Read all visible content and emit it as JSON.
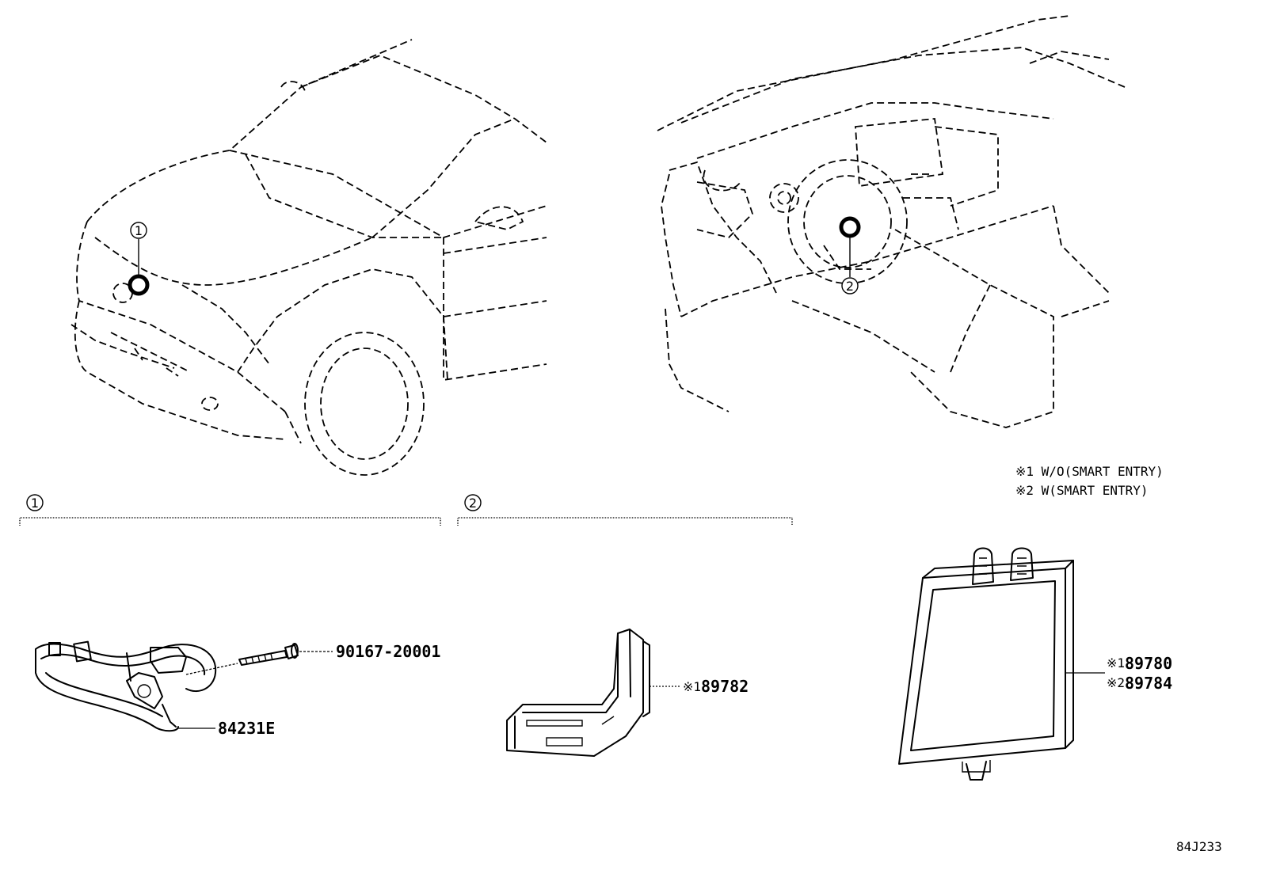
{
  "callouts": {
    "one": "1",
    "two": "2"
  },
  "notes": {
    "note1": "※1 W/O(SMART ENTRY)",
    "note2": "※2 W(SMART ENTRY)"
  },
  "parts": {
    "bolt": "90167-20001",
    "horn_wire": "84231E",
    "bracket_prefix": "※1",
    "bracket": "89782",
    "ecu_prefix1": "※1",
    "ecu1": "89780",
    "ecu_prefix2": "※2",
    "ecu2": "89784"
  },
  "diagram_id": "84J233"
}
